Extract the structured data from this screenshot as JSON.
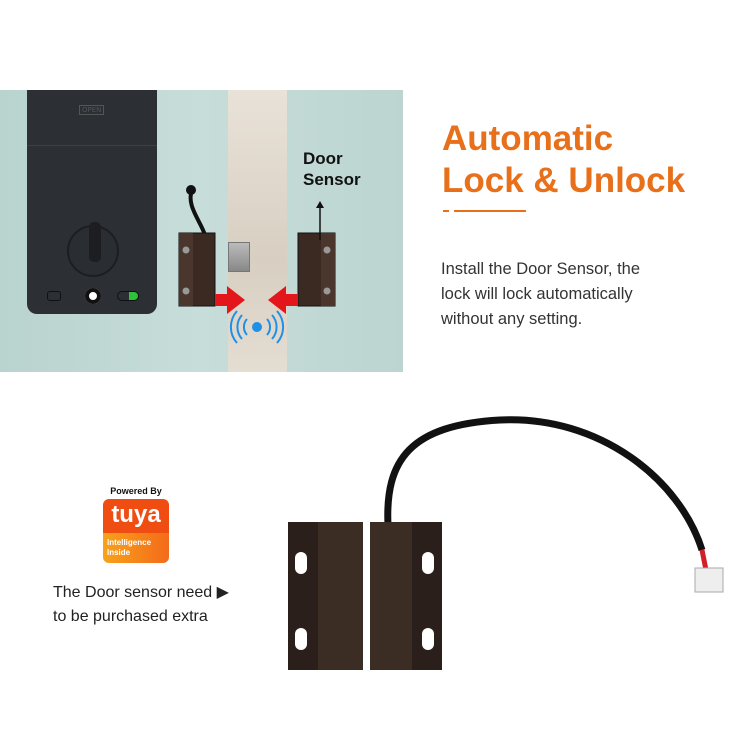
{
  "headline": {
    "line1": "Automatic",
    "line2": "Lock & Unlock"
  },
  "description": [
    "Install the Door Sensor, the",
    "lock will lock automatically",
    "without any setting."
  ],
  "illustration": {
    "label_line1": "Door",
    "label_line2": "Sensor",
    "lock_open_text": "OPEN"
  },
  "badge": {
    "powered_by": "Powered By",
    "brand": "tuya",
    "tagline_line1": "Intelligence",
    "tagline_line2": "Inside"
  },
  "note": {
    "line1": "The Door sensor need ▶",
    "line2": "to be purchased extra"
  },
  "colors": {
    "accent": "#e8701a",
    "arrow": "#e3161b",
    "signal": "#1e90e8",
    "sensor": "#2e211c"
  }
}
